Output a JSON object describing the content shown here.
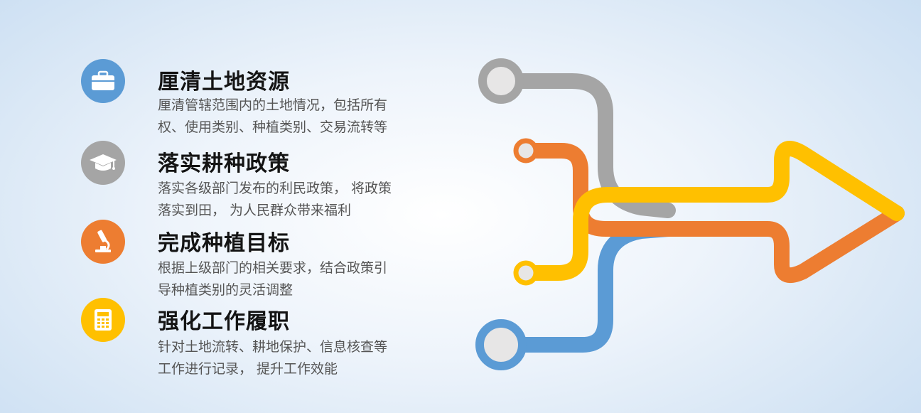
{
  "items": [
    {
      "title": "厘清土地资源",
      "desc_line1": "厘清管辖范围内的土地情况，包括所有",
      "desc_line2": "权、使用类别、种植类别、交易流转等",
      "icon": "briefcase-icon",
      "color": "#5B9BD5"
    },
    {
      "title": "落实耕种政策",
      "desc_line1": "落实各级部门发布的利民政策， 将政策",
      "desc_line2": "落实到田， 为人民群众带来福利",
      "icon": "graduation-cap-icon",
      "color": "#A5A5A5"
    },
    {
      "title": "完成种植目标",
      "desc_line1": "根据上级部门的相关要求，结合政策引",
      "desc_line2": "导种植类别的灵活调整",
      "icon": "microscope-icon",
      "color": "#ED7D31"
    },
    {
      "title": "强化工作履职",
      "desc_line1": "针对土地流转、耕地保护、信息核查等",
      "desc_line2": "工作进行记录， 提升工作效能",
      "icon": "calculator-icon",
      "color": "#FFC000"
    }
  ],
  "diagram": {
    "line_colors": {
      "gray": "#A5A5A5",
      "orange": "#ED7D31",
      "yellow": "#FFC000",
      "blue": "#5B9BD5",
      "node_fill": "#E7E6E6"
    }
  }
}
